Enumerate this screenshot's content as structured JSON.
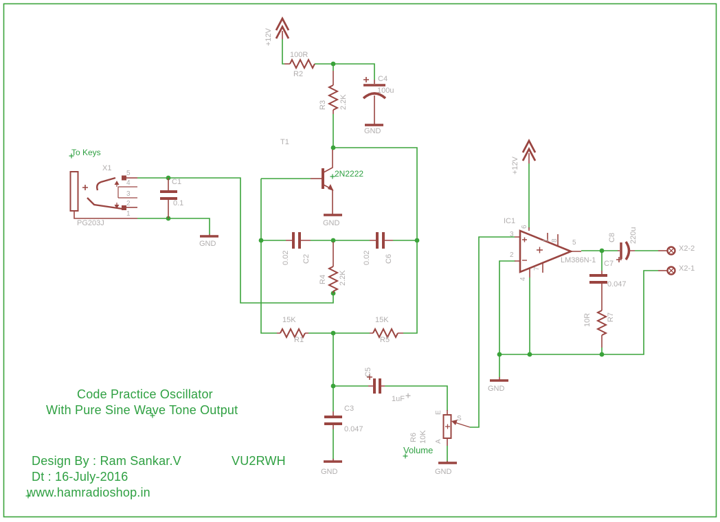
{
  "colors": {
    "wire_green": "#3aa33a",
    "component_red": "#9a4541",
    "label_gray": "#b1aeae",
    "text_green": "#2fa042",
    "background": "#ffffff"
  },
  "title_block": {
    "title_line1": "Code Practice Oscillator",
    "title_line2": "With Pure Sine Wave Tone Output",
    "designer_line": "Design By : Ram Sankar.V",
    "callsign": "VU2RWH",
    "date_line": "Dt : 16-July-2016",
    "website": "www.hamradioshop.in"
  },
  "annotations": {
    "to_keys": "To Keys",
    "volume": "Volume"
  },
  "power": {
    "vcc_label": "+12V",
    "gnd_label": "GND"
  },
  "components": {
    "R1": {
      "ref": "R1",
      "value": "15K"
    },
    "R2": {
      "ref": "R2",
      "value": "100R"
    },
    "R3": {
      "ref": "R3",
      "value": "2.2K"
    },
    "R4": {
      "ref": "R4",
      "value": "2.2K"
    },
    "R5": {
      "ref": "R5",
      "value": "15K"
    },
    "R6": {
      "ref": "R6",
      "value": "10K",
      "terminal_top": "E",
      "terminal_wiper": "S",
      "terminal_bottom": "A"
    },
    "R7": {
      "ref": "R7",
      "value": "10R"
    },
    "C1": {
      "ref": "C1",
      "value": "0.1"
    },
    "C2": {
      "ref": "C2",
      "value": "0.02"
    },
    "C3": {
      "ref": "C3",
      "value": "0.047"
    },
    "C4": {
      "ref": "C4",
      "value": "100u"
    },
    "C5": {
      "ref": "C5",
      "value": "1uF"
    },
    "C6": {
      "ref": "C6",
      "value": "0.02"
    },
    "C7": {
      "ref": "C7",
      "value": "0.047"
    },
    "C8": {
      "ref": "C8",
      "value": "220u"
    },
    "T1": {
      "ref": "T1",
      "value": "2N2222"
    },
    "IC1": {
      "ref": "IC1",
      "value": "LM386N-1",
      "pin_labels": {
        "p1": "1",
        "p2": "2",
        "p3": "3",
        "p4": "4",
        "p5": "5",
        "p6": "6",
        "p7": "7",
        "p8": "8"
      }
    },
    "X1": {
      "ref": "X1",
      "value": "PG203J",
      "pin_labels": {
        "p1": "1",
        "p2": "2",
        "p3": "3",
        "p4": "4",
        "p5": "5"
      }
    },
    "X2": {
      "pad2_label": "X2-2",
      "pad1_label": "X2-1"
    }
  }
}
